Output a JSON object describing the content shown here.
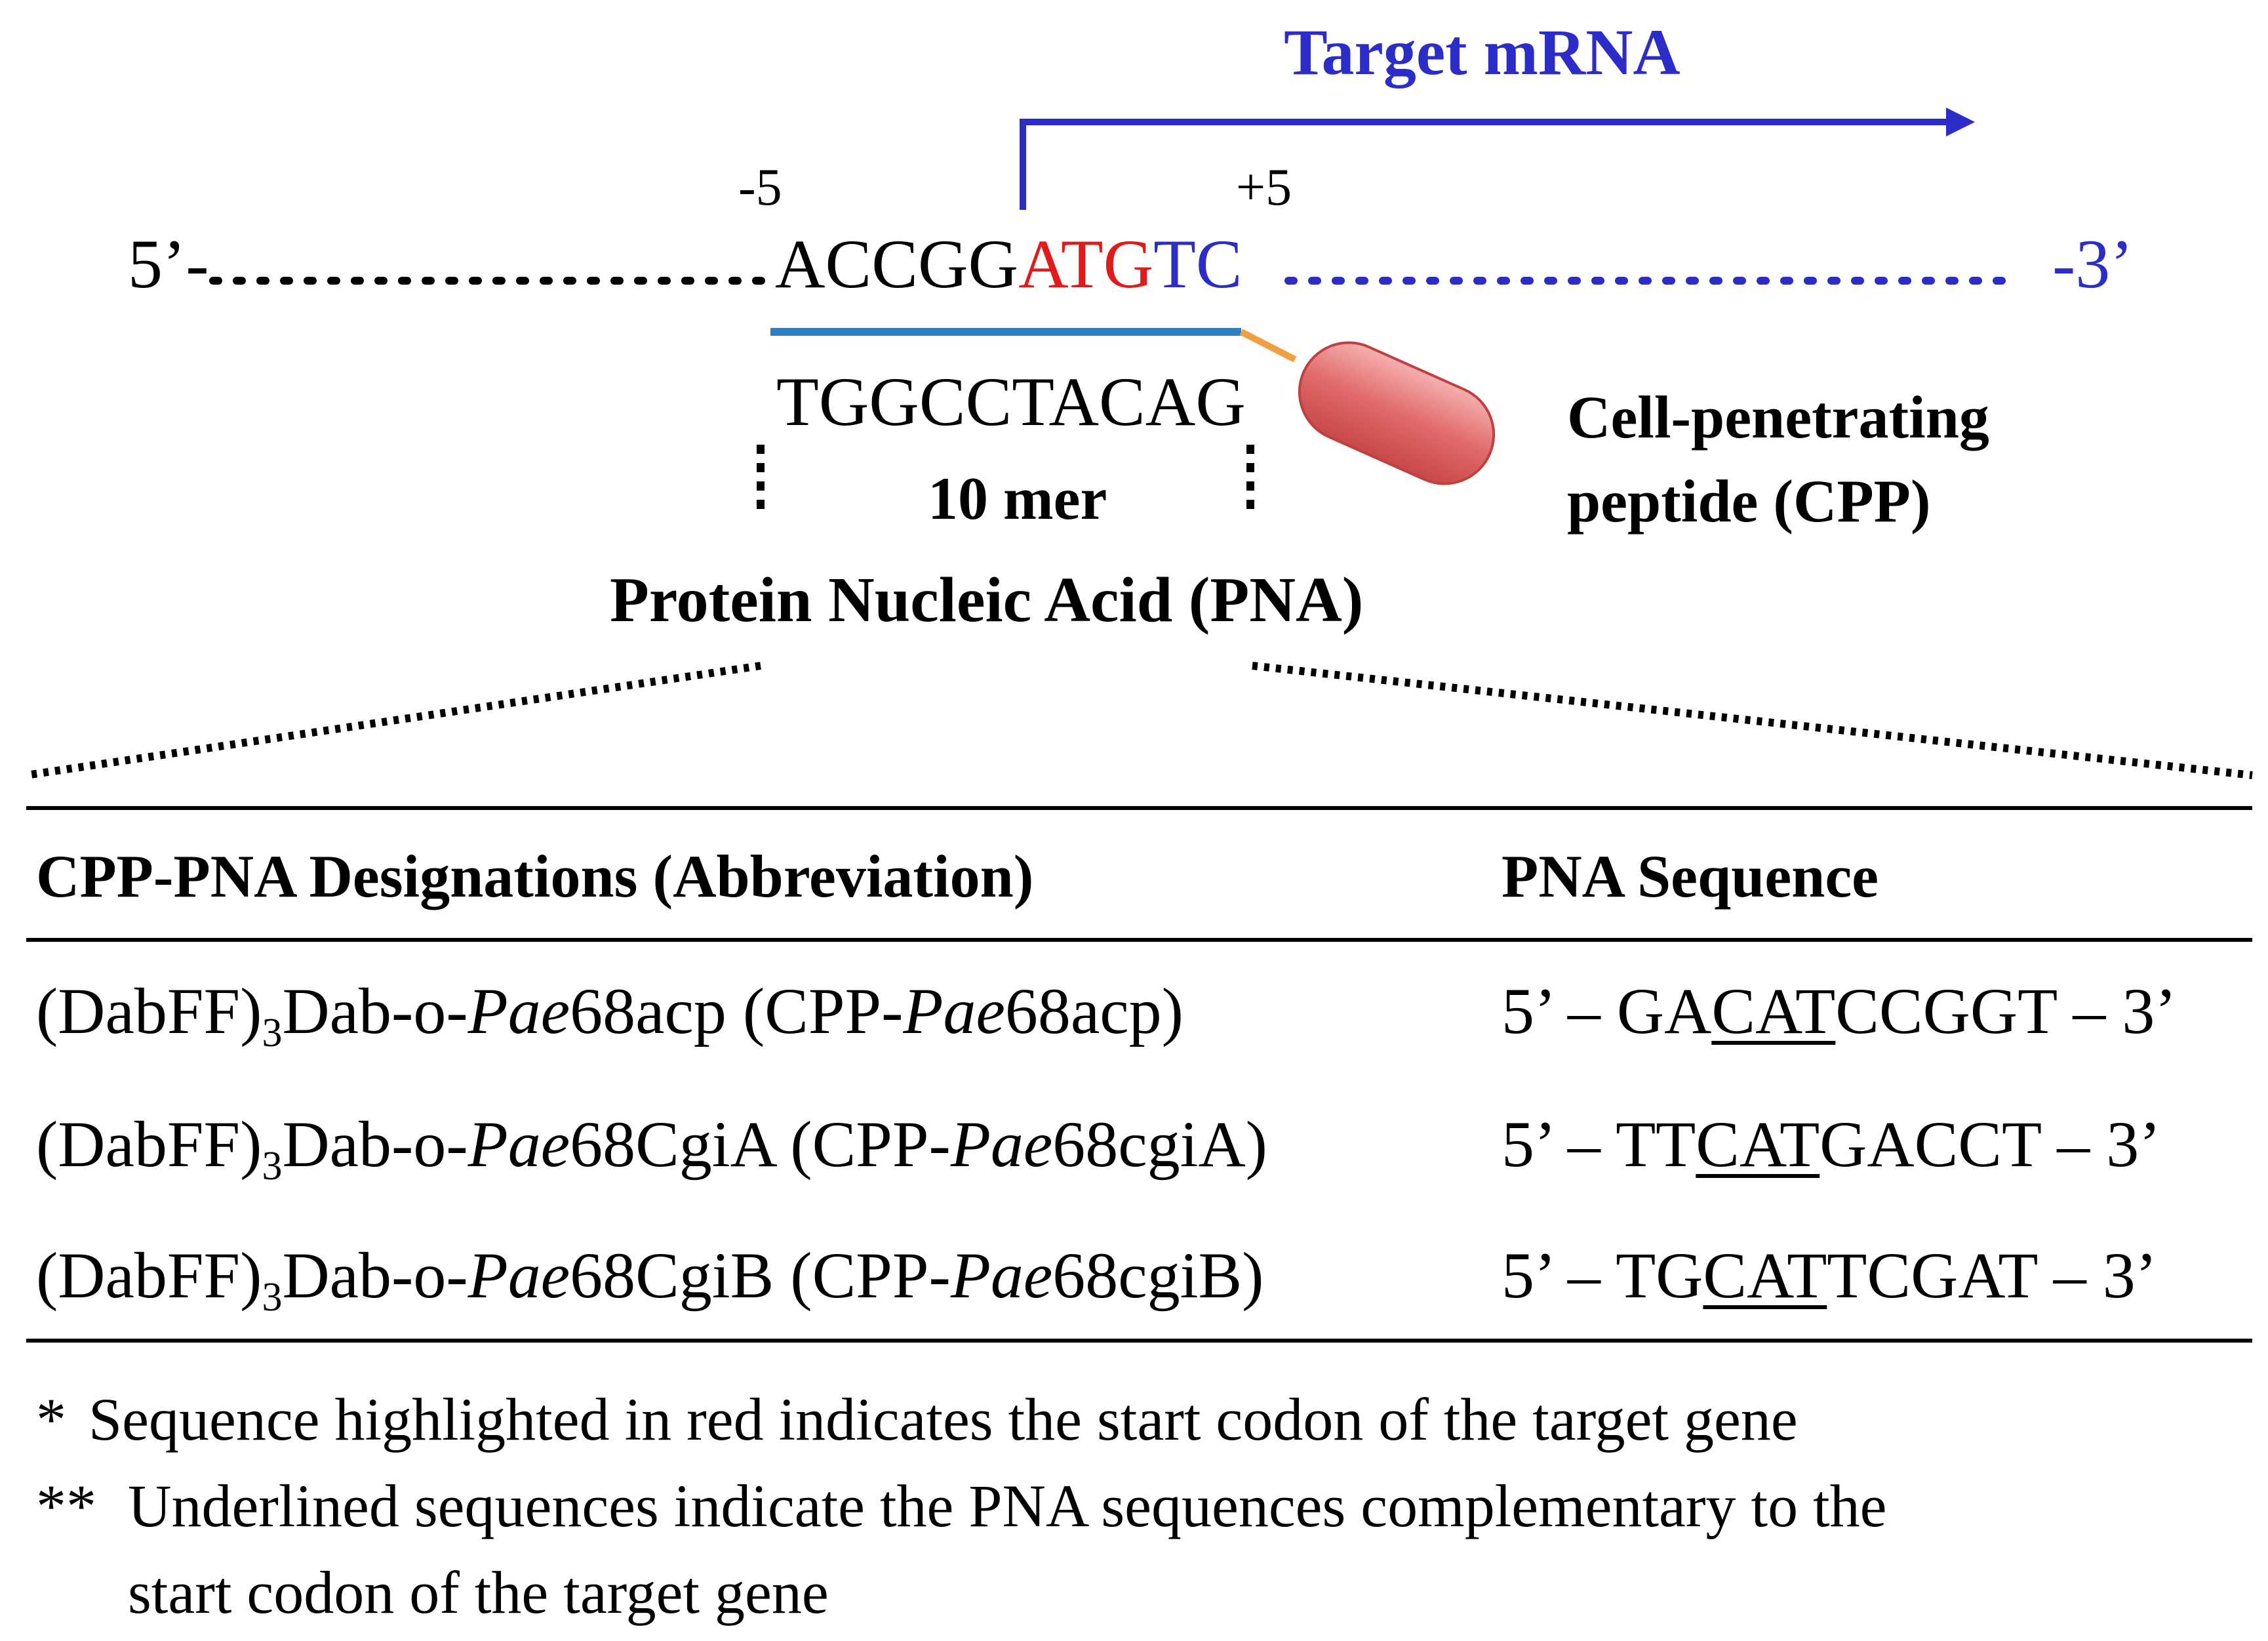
{
  "diagram": {
    "target_label": "Target mRNA",
    "pos_minus": "-5",
    "pos_plus": "+5",
    "mrna": {
      "five_prime": "5’-",
      "seq_black": "ACCGG",
      "seq_red": "ATG",
      "seq_blue": "TC",
      "three_prime": "-3’"
    },
    "pna_seq": "TGGCCTACAG",
    "mer_label": "10 mer",
    "pna_label": "Protein Nucleic Acid (PNA)",
    "cpp_label_1": "Cell-penetrating",
    "cpp_label_2": "peptide (CPP)",
    "colors": {
      "start_codon": "#e21a1a",
      "mrna_blue": "#2c2cc8",
      "pna_bar": "#2e7fc0",
      "linker": "#f0a040",
      "cpp_fill": "#e07070"
    }
  },
  "table": {
    "headers": [
      "CPP-PNA Designations (Abbreviation)",
      "PNA Sequence"
    ],
    "rows": [
      {
        "pre": "(DabFF)",
        "sub": "3",
        "mid": "Dab-o-",
        "italic1": "Pae",
        "after1": "68acp (CPP-",
        "italic2": "Pae",
        "after2": "68acp)",
        "seq_pre": "5’ – GA",
        "seq_u": "CAT",
        "seq_post": "CCGGT – 3’"
      },
      {
        "pre": "(DabFF)",
        "sub": "3",
        "mid": "Dab-o-",
        "italic1": "Pae",
        "after1": "68CgiA (CPP-",
        "italic2": "Pae",
        "after2": "68cgiA)",
        "seq_pre": "5’ – TT",
        "seq_u": "CAT",
        "seq_post": "GACCT – 3’"
      },
      {
        "pre": "(DabFF)",
        "sub": "3",
        "mid": "Dab-o-",
        "italic1": "Pae",
        "after1": "68CgiB (CPP-",
        "italic2": "Pae",
        "after2": "68cgiB)",
        "seq_pre": "5’ – TG",
        "seq_u": "CAT",
        "seq_post": "TCGAT – 3’"
      }
    ]
  },
  "notes": [
    {
      "mark": "*",
      "text": "Sequence highlighted in red indicates the start codon of the target gene"
    },
    {
      "mark": "**",
      "text": "Underlined sequences indicate the PNA sequences complementary to the",
      "text2": "start codon of the target gene"
    }
  ]
}
